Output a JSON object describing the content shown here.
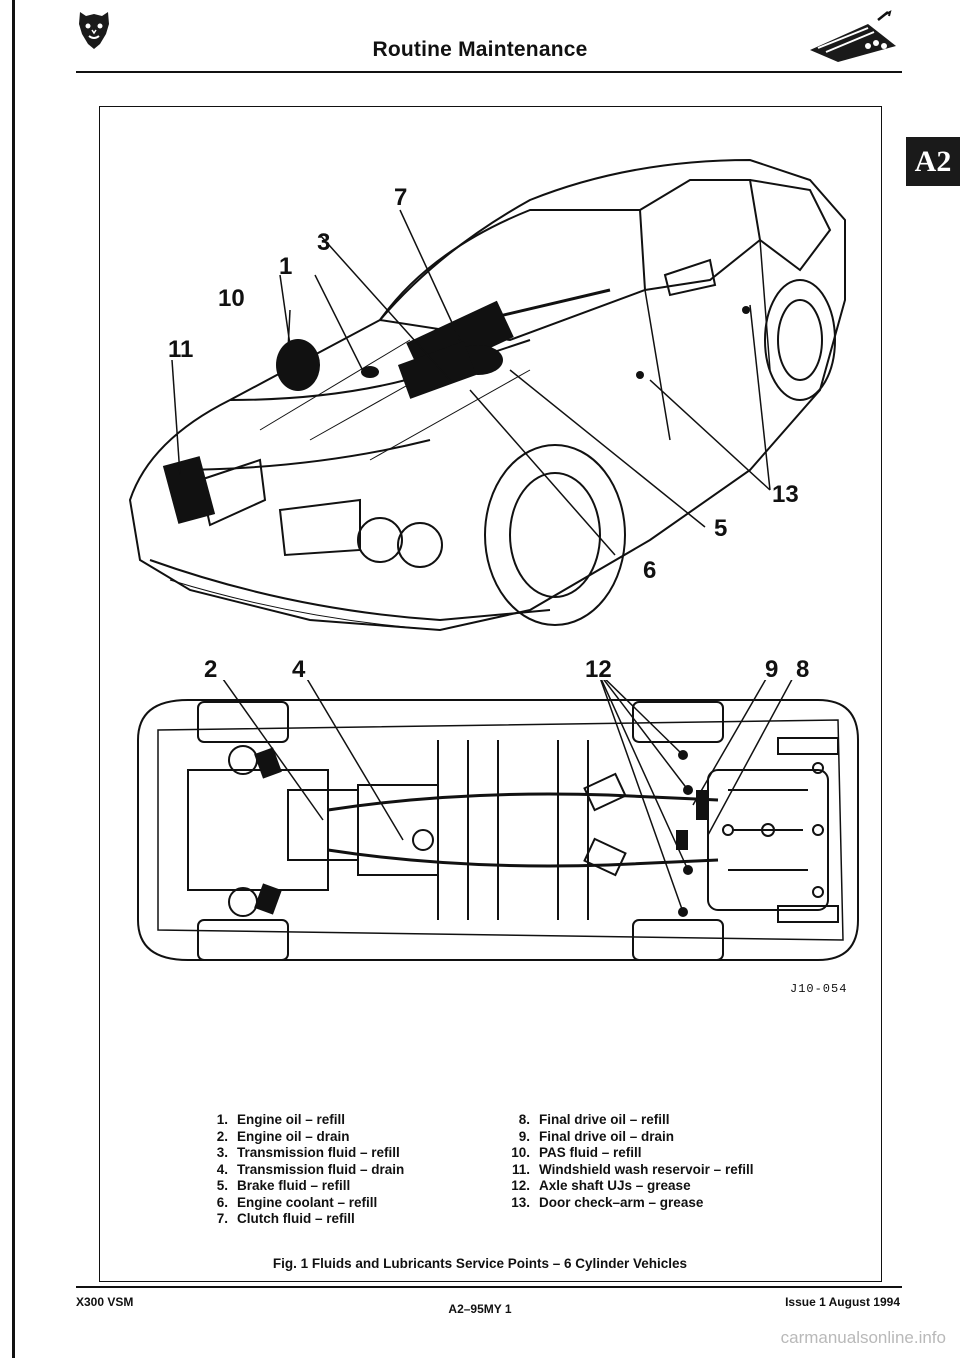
{
  "header": {
    "title": "Routine Maintenance",
    "logo_icon": "jaguar-head-logo-icon",
    "section_icon": "maintenance-wedge-icon"
  },
  "tab": {
    "label": "A2"
  },
  "figure": {
    "reference_code": "J10-054",
    "callouts_top": [
      "7",
      "3",
      "1",
      "10",
      "11",
      "13",
      "5",
      "6"
    ],
    "callouts_bottom": [
      "2",
      "4",
      "12",
      "9",
      "8"
    ],
    "caption": "Fig. 1 Fluids and Lubricants Service Points – 6 Cylinder Vehicles"
  },
  "legend": {
    "left": [
      {
        "num": "1.",
        "text": "Engine oil – refill"
      },
      {
        "num": "2.",
        "text": "Engine oil – drain"
      },
      {
        "num": "3.",
        "text": "Transmission fluid – refill"
      },
      {
        "num": "4.",
        "text": "Transmission fluid – drain"
      },
      {
        "num": "5.",
        "text": "Brake fluid – refill"
      },
      {
        "num": "6.",
        "text": "Engine coolant – refill"
      },
      {
        "num": "7.",
        "text": "Clutch fluid – refill"
      }
    ],
    "right": [
      {
        "num": "8.",
        "text": "Final drive oil – refill"
      },
      {
        "num": "9.",
        "text": "Final drive oil – drain"
      },
      {
        "num": "10.",
        "text": "PAS fluid – refill"
      },
      {
        "num": "11.",
        "text": "Windshield wash reservoir – refill"
      },
      {
        "num": "12.",
        "text": "Axle shaft UJs – grease"
      },
      {
        "num": "13.",
        "text": "Door check–arm – grease"
      }
    ]
  },
  "footer": {
    "left": "X300 VSM",
    "center": "A2–95MY 1",
    "right": "Issue 1 August 1994"
  },
  "watermark": "carmanualsonline.info"
}
